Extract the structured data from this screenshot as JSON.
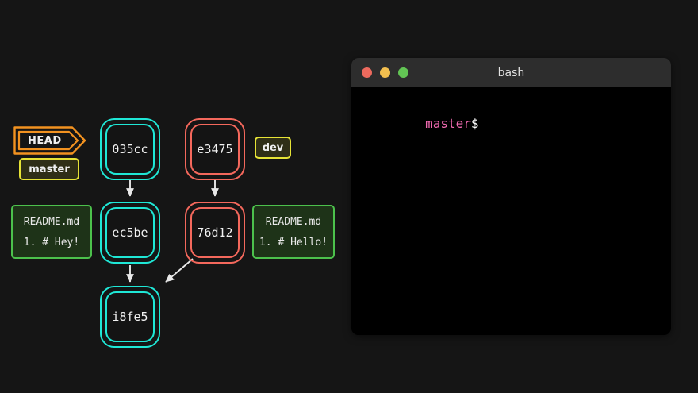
{
  "canvas": {
    "background": "#151515"
  },
  "graph": {
    "head": {
      "label": "HEAD",
      "color": "#f29220"
    },
    "refs": [
      {
        "name": "master-tag",
        "label": "master",
        "color": "#e6e336"
      },
      {
        "name": "dev-tag",
        "label": "dev",
        "color": "#e6e336"
      }
    ],
    "commits": [
      {
        "name": "commit-035cc",
        "sha": "035cc",
        "branch": "master",
        "color": "#1fe7d6"
      },
      {
        "name": "commit-ec5be",
        "sha": "ec5be",
        "branch": "master",
        "color": "#1fe7d6"
      },
      {
        "name": "commit-i8fe5",
        "sha": "i8fe5",
        "branch": "master",
        "color": "#1fe7d6"
      },
      {
        "name": "commit-e3475",
        "sha": "e3475",
        "branch": "dev",
        "color": "#f4685c"
      },
      {
        "name": "commit-76d12",
        "sha": "76d12",
        "branch": "dev",
        "color": "#f4685c"
      }
    ],
    "files": [
      {
        "name": "file-readme-hey",
        "filename": "README.md",
        "content_line": "1. # Hey!",
        "color": "#4cc14c"
      },
      {
        "name": "file-readme-hello",
        "filename": "README.md",
        "content_line": "1. # Hello!",
        "color": "#4cc14c"
      }
    ]
  },
  "terminal": {
    "title": "bash",
    "window_controls": [
      {
        "name": "close-button",
        "color": "#ed6a5e"
      },
      {
        "name": "minimize-button",
        "color": "#f3bf4f"
      },
      {
        "name": "maximize-button",
        "color": "#62c554"
      }
    ],
    "prompt": {
      "branch": "master",
      "sigil": "$",
      "branch_color": "#f06ab0",
      "sigil_color": "#ffffff"
    },
    "output": ""
  }
}
